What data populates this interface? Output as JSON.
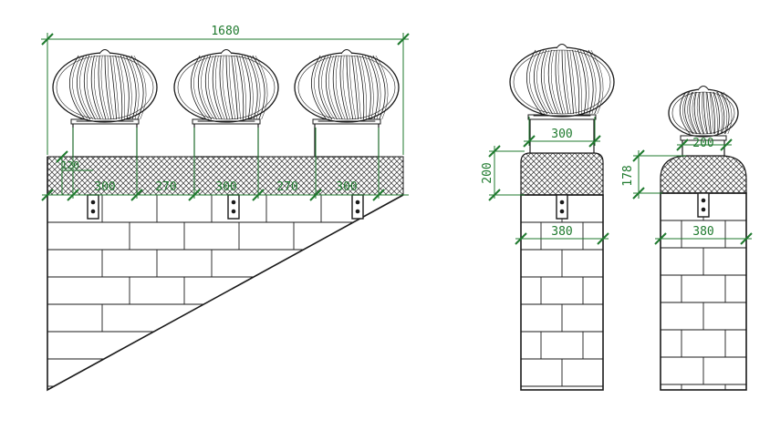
{
  "colors": {
    "line": "#1a1a1a",
    "dimension": "#1f7a2e",
    "background": "#ffffff"
  },
  "dimensions": {
    "total_length": "1680",
    "parapet_height": "120",
    "turbine_width_1": "300",
    "gap_1": "270",
    "turbine_width_2": "300",
    "gap_2": "270",
    "turbine_width_3": "300",
    "side_a_turbine_width": "300",
    "side_a_cap_height": "200",
    "side_a_wall_width": "380",
    "side_b_turbine_width": "200",
    "side_b_cap_height": "178",
    "side_b_wall_width": "380"
  },
  "icons": [
    "turbine-ventilator-icon",
    "bracket-icon"
  ]
}
